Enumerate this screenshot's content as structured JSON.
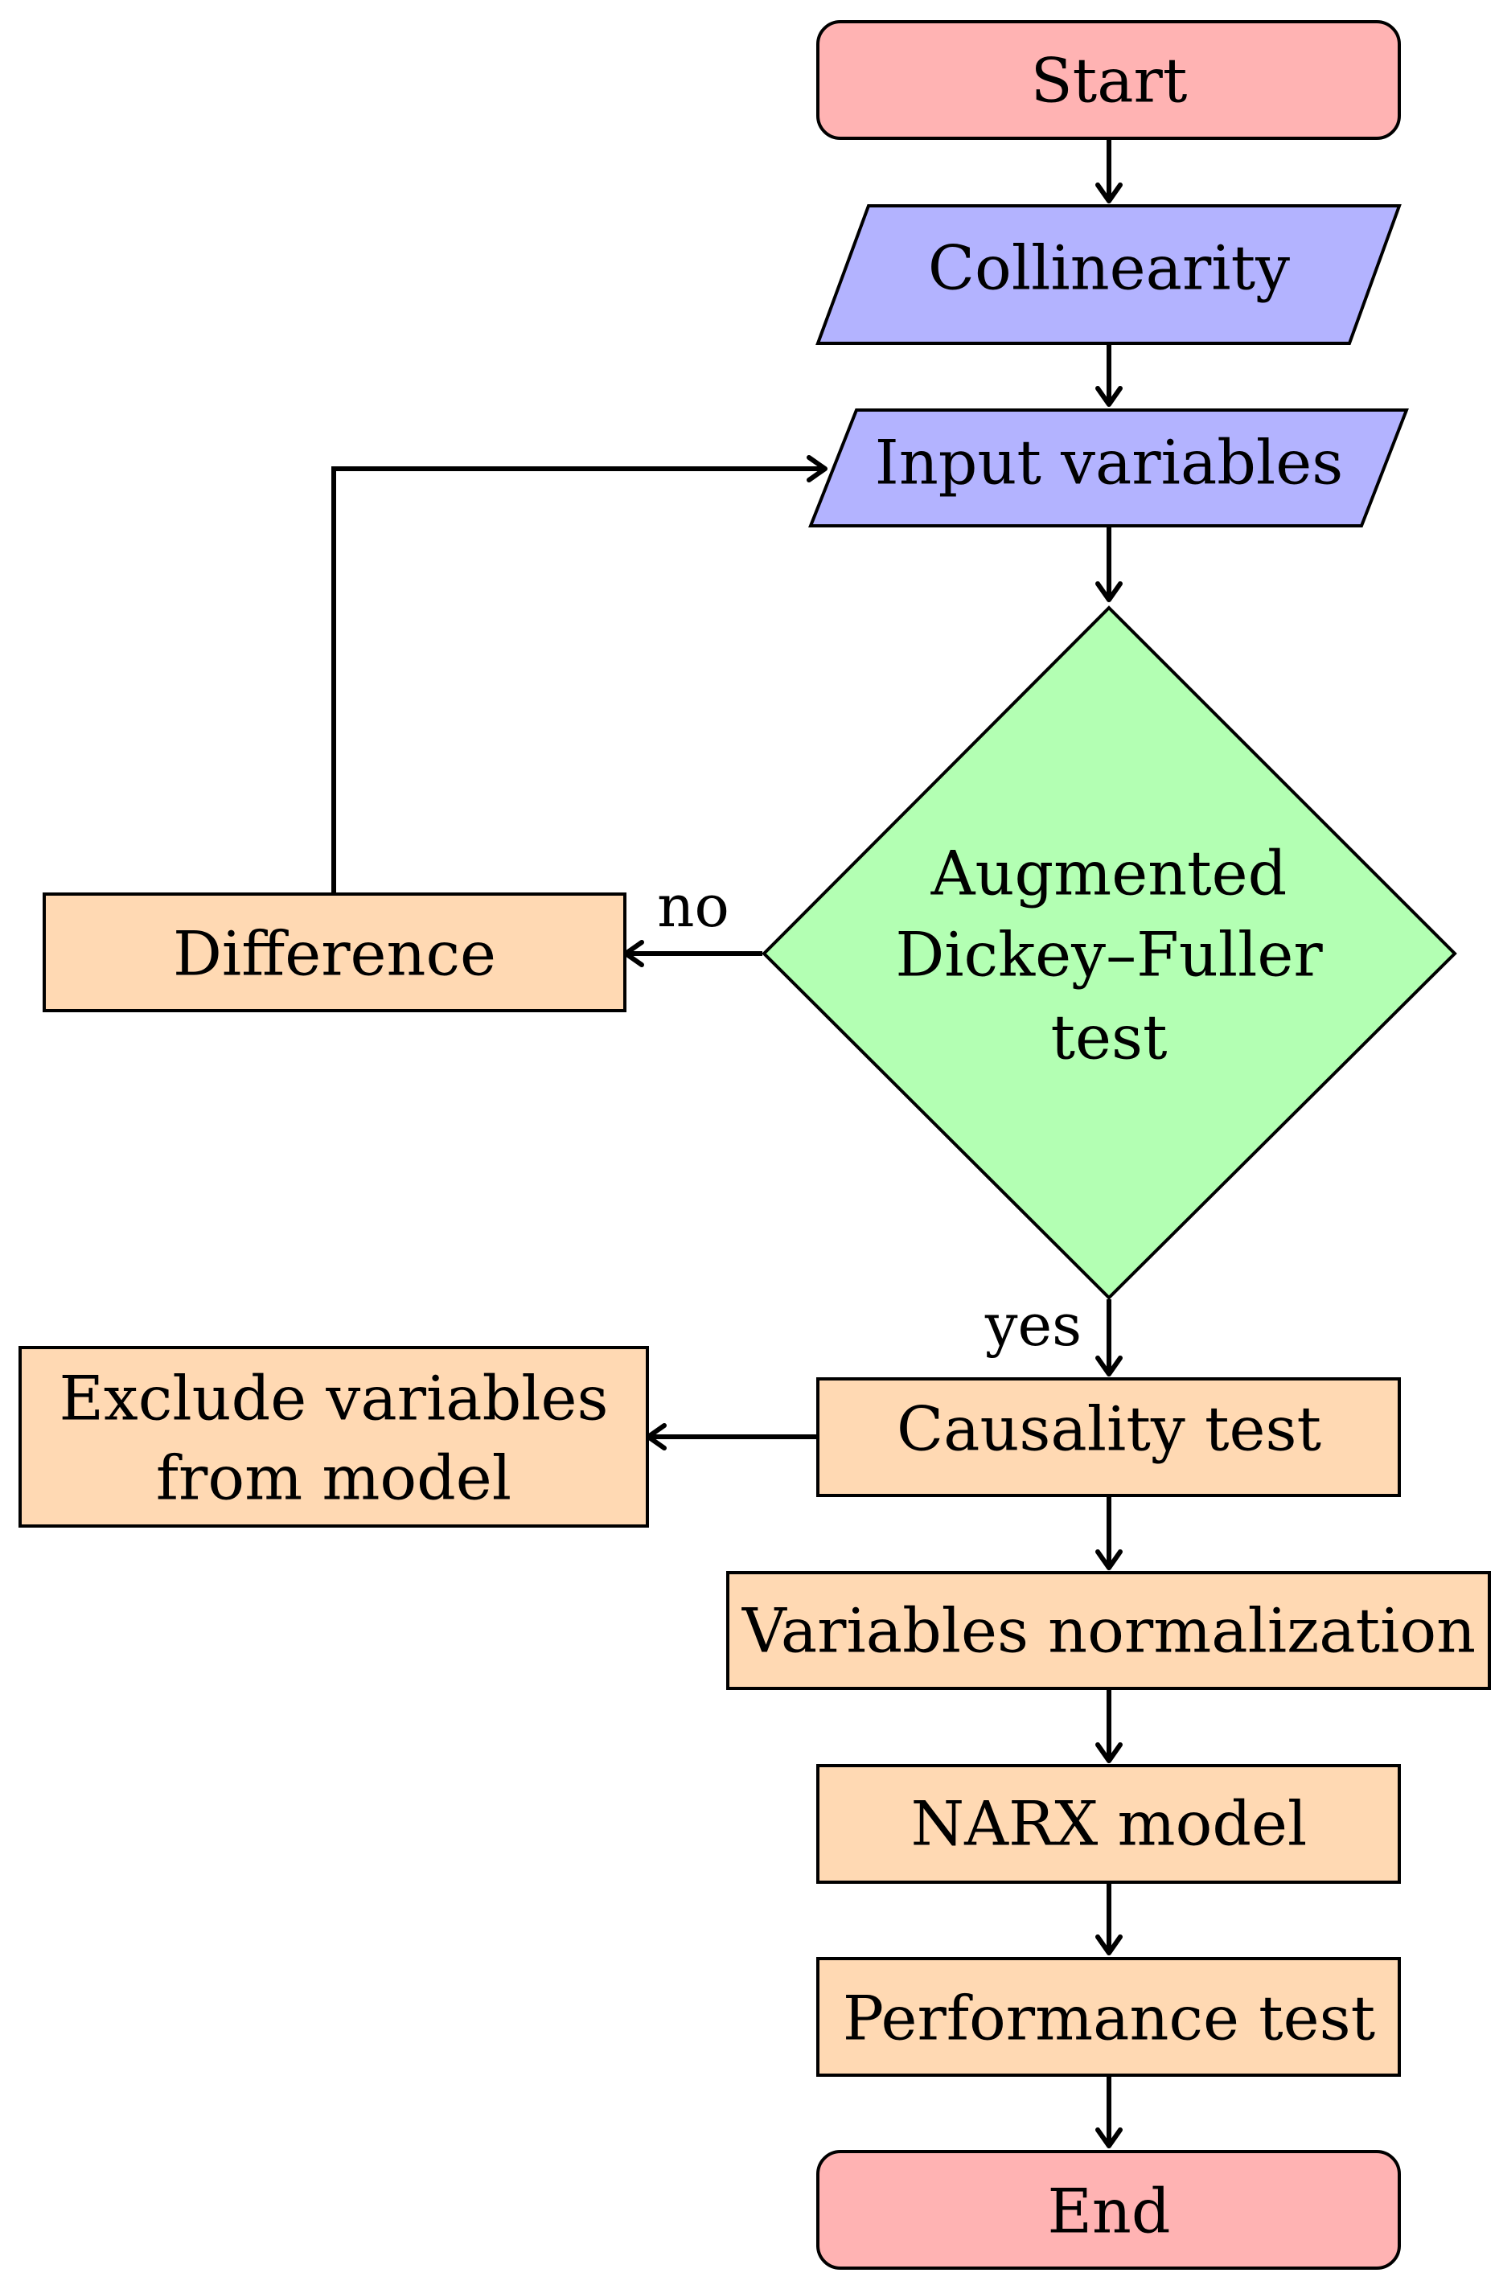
{
  "nodes": {
    "start": {
      "text": "Start",
      "color": "#ffb3b3",
      "shape": "terminal"
    },
    "collinearity": {
      "text": "Collinearity",
      "color": "#b3b3ff",
      "shape": "data"
    },
    "input_variables": {
      "text": "Input variables",
      "color": "#b3b3ff",
      "shape": "data"
    },
    "adf_test": {
      "lines": [
        "Augmented",
        "Dickey–Fuller",
        "test"
      ],
      "color": "#b3ffb3",
      "shape": "decision"
    },
    "difference": {
      "text": "Difference",
      "color": "#ffd9b3",
      "shape": "process"
    },
    "causality_test": {
      "text": "Causality test",
      "color": "#ffd9b3",
      "shape": "process"
    },
    "exclude_variables": {
      "lines": [
        "Exclude variables",
        "from model"
      ],
      "color": "#ffd9b3",
      "shape": "process"
    },
    "normalization": {
      "text": "Variables normalization",
      "color": "#ffd9b3",
      "shape": "process"
    },
    "narx_model": {
      "text": "NARX model",
      "color": "#ffd9b3",
      "shape": "process"
    },
    "performance_test": {
      "text": "Performance test",
      "color": "#ffd9b3",
      "shape": "process"
    },
    "end": {
      "text": "End",
      "color": "#ffb3b3",
      "shape": "terminal"
    }
  },
  "edge_labels": {
    "no": "no",
    "yes": "yes"
  },
  "edges": [
    {
      "from": "start",
      "to": "collinearity"
    },
    {
      "from": "collinearity",
      "to": "input_variables"
    },
    {
      "from": "input_variables",
      "to": "adf_test"
    },
    {
      "from": "adf_test",
      "to": "difference",
      "label": "no"
    },
    {
      "from": "difference",
      "to": "input_variables"
    },
    {
      "from": "adf_test",
      "to": "causality_test",
      "label": "yes"
    },
    {
      "from": "causality_test",
      "to": "exclude_variables"
    },
    {
      "from": "causality_test",
      "to": "normalization"
    },
    {
      "from": "normalization",
      "to": "narx_model"
    },
    {
      "from": "narx_model",
      "to": "performance_test"
    },
    {
      "from": "performance_test",
      "to": "end"
    }
  ]
}
